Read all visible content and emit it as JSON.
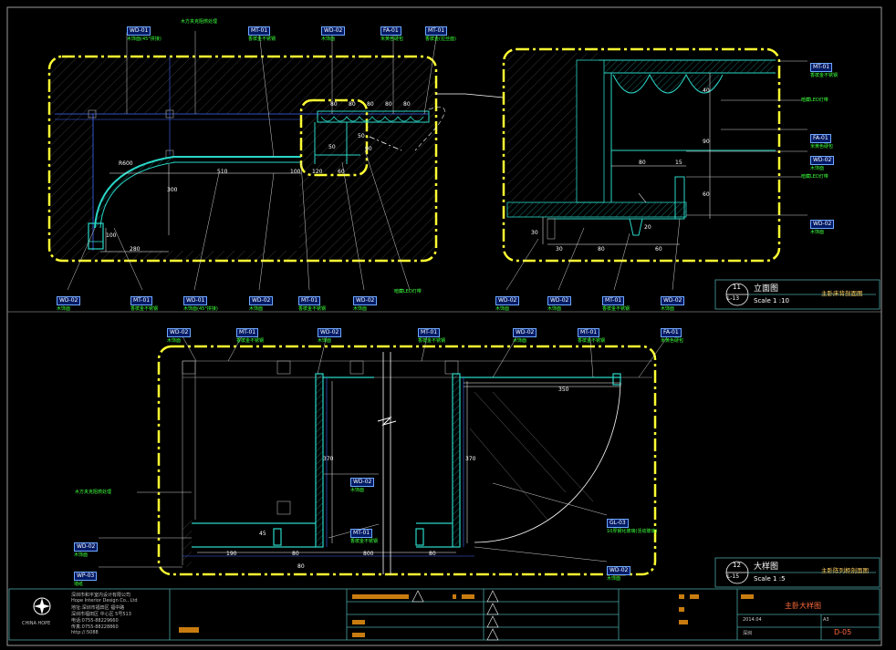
{
  "sheet": {
    "drawing_title": "主卧大样图",
    "sheet_no": "D-05",
    "date": "2014.04",
    "paper": "A3",
    "stage": "深圳"
  },
  "title_blocks": [
    {
      "number": "11",
      "ref": "L-13",
      "title": "立面图",
      "scale": "Scale 1 :10",
      "subtitle": "主卧床背剖面图"
    },
    {
      "number": "12",
      "ref": "L-15",
      "title": "大样图",
      "scale": "Scale 1 :5",
      "subtitle": "主卧陈列柜剖面图"
    }
  ],
  "company": {
    "name_cn": "深圳市和平室内设计有限公司",
    "name_en": "Hope Interior Design Co., Ltd",
    "addr": "地址:深圳市福田区 福中路",
    "line2": "深圳市福田区 中心区 5号513",
    "tel": "电话:0755-88229660",
    "fax": "传真:0755-88228860",
    "web": "http://:5088",
    "logo_text": "CHINA HOPE"
  },
  "top_left_labels": [
    {
      "code": "WD-01",
      "note": "木饰面(45°拼接)"
    },
    {
      "code": "",
      "note": "木方夹克阻燃处理",
      "plain": true
    },
    {
      "code": "MT-01",
      "note": "香槟金不锈钢"
    },
    {
      "code": "WD-02",
      "note": "木饰面"
    },
    {
      "code": "FA-01",
      "note": "米黄色硬包"
    },
    {
      "code": "MT-01",
      "note": "香槟金(拉丝面)"
    }
  ],
  "top_bottom_labels": [
    {
      "code": "WD-02",
      "note": "木饰面"
    },
    {
      "code": "MT-01",
      "note": "香槟金不锈钢"
    },
    {
      "code": "WD-01",
      "note": "木饰面(45°拼接)"
    },
    {
      "code": "WD-02",
      "note": "木饰面"
    },
    {
      "code": "MT-01",
      "note": "香槟金不锈钢"
    },
    {
      "code": "WD-02",
      "note": "木饰面"
    },
    {
      "code": "",
      "note": "暗藏LED灯带",
      "plain": true
    }
  ],
  "top_right_labels": [
    {
      "code": "MT-01",
      "note": "香槟金不锈钢"
    },
    {
      "code": "",
      "note": "暗藏LED灯带",
      "plain": true
    },
    {
      "code": "FA-01",
      "note": "米黄色硬包"
    },
    {
      "code": "WD-02",
      "note": "木饰面"
    },
    {
      "code": "",
      "note": "暗藏LED灯带",
      "plain": true
    },
    {
      "code": "WD-02",
      "note": "木饰面"
    }
  ],
  "top_right_bottom_labels": [
    {
      "code": "WD-02",
      "note": "木饰面"
    },
    {
      "code": "WD-02",
      "note": "木饰面"
    },
    {
      "code": "MT-01",
      "note": "香槟金不锈钢"
    },
    {
      "code": "WD-02",
      "note": "木饰面"
    }
  ],
  "bottom_top_labels": [
    {
      "code": "WD-02",
      "note": "木饰面"
    },
    {
      "code": "MT-01",
      "note": "香槟金不锈钢"
    },
    {
      "code": "WD-02",
      "note": "木饰面"
    },
    {
      "code": "MT-01",
      "note": "香槟金不锈钢"
    },
    {
      "code": "WD-02",
      "note": "木饰面"
    },
    {
      "code": "MT-01",
      "note": "香槟金不锈钢"
    },
    {
      "code": "FA-01",
      "note": "米黄色硬包"
    }
  ],
  "bottom_left_labels": [
    {
      "code": "",
      "note": "木方夹克阻燃处理",
      "plain": true
    },
    {
      "code": "WD-02",
      "note": "木饰面"
    },
    {
      "code": "WP-03",
      "note": "墙纸"
    }
  ],
  "bottom_mid_labels": [
    {
      "code": "WD-02",
      "note": "木饰面"
    },
    {
      "code": "MT-01",
      "note": "香槟金不锈钢"
    },
    {
      "code": "GL-03",
      "note": "10厚钢化玻璃(活动玻璃)"
    },
    {
      "code": "WD-02",
      "note": "木饰面"
    }
  ],
  "dimensions_top_left": [
    "80",
    "80",
    "80",
    "80",
    "80",
    "510",
    "300",
    "280",
    "100",
    "120",
    "50",
    "90",
    "50",
    "R600",
    "60",
    "100"
  ],
  "dimensions_top_right": [
    "40",
    "90",
    "80",
    "15",
    "60",
    "30",
    "30",
    "80",
    "20",
    "60"
  ],
  "dimensions_bottom": [
    "350",
    "370",
    "370",
    "190",
    "80",
    "800",
    "80",
    "80",
    "45"
  ]
}
